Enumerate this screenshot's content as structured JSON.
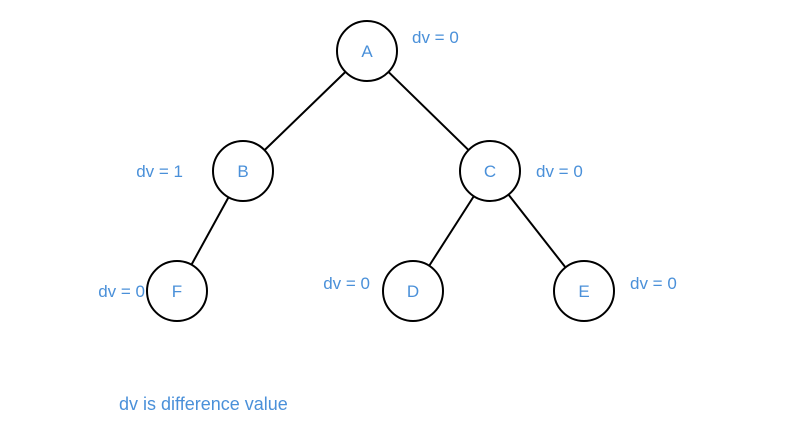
{
  "colors": {
    "text": "#4a90d9",
    "stroke": "#000000",
    "background": "#ffffff"
  },
  "tree": {
    "nodes": [
      {
        "id": "A",
        "label": "A",
        "dv": "dv = 0"
      },
      {
        "id": "B",
        "label": "B",
        "dv": "dv = 1"
      },
      {
        "id": "C",
        "label": "C",
        "dv": "dv = 0"
      },
      {
        "id": "F",
        "label": "F",
        "dv": "dv = 0"
      },
      {
        "id": "D",
        "label": "D",
        "dv": "dv = 0"
      },
      {
        "id": "E",
        "label": "E",
        "dv": "dv = 0"
      }
    ],
    "edges": [
      [
        "A",
        "B"
      ],
      [
        "A",
        "C"
      ],
      [
        "B",
        "F"
      ],
      [
        "C",
        "D"
      ],
      [
        "C",
        "E"
      ]
    ]
  },
  "caption": "dv is difference value"
}
